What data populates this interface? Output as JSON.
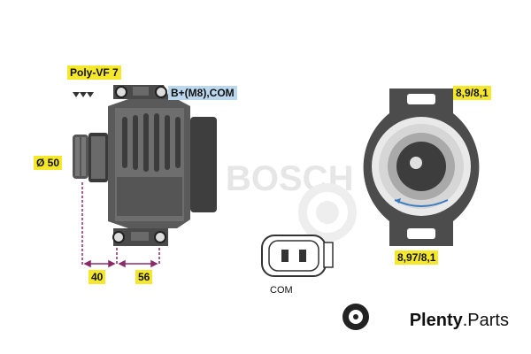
{
  "labels": {
    "belt": "Poly-VF 7",
    "terminal": "B+(M8),COM",
    "diameter": "Ø 50",
    "dim_left": "40",
    "dim_right": "56",
    "top_right": "8,9/8,1",
    "bottom_right": "8,97/8,1",
    "connector": "COM"
  },
  "watermark": {
    "brand": "BOSCH"
  },
  "branding": {
    "name": "Plenty",
    "suffix": ".Parts"
  },
  "colors": {
    "yellow_label": "#f5e82a",
    "blue_label": "#bcd8ee",
    "body_dark": "#4a4a4a",
    "body_mid": "#6e6e6e",
    "dim_line": "#c0147a"
  }
}
